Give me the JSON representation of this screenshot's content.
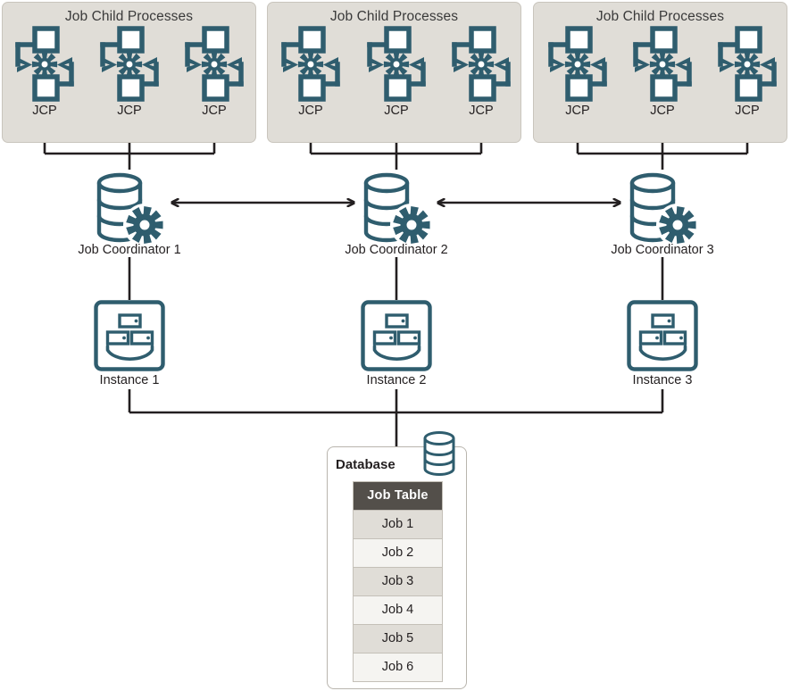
{
  "theme": {
    "teal": "#2f5d6e",
    "line": "#231f20",
    "panel_bg": "#e0ddd7",
    "panel_border": "#c9c5bd",
    "table_header_bg": "#534f4a",
    "table_row_odd": "#e0ddd7",
    "table_row_even": "#f5f4f1",
    "text": "#231f20"
  },
  "jcp_groups": [
    {
      "title": "Job Child Processes",
      "processes": [
        {
          "label": "JCP",
          "icon": "gear-cycle-icon"
        },
        {
          "label": "JCP",
          "icon": "gear-cycle-icon"
        },
        {
          "label": "JCP",
          "icon": "gear-cycle-icon"
        }
      ]
    },
    {
      "title": "Job Child Processes",
      "processes": [
        {
          "label": "JCP",
          "icon": "gear-cycle-icon"
        },
        {
          "label": "JCP",
          "icon": "gear-cycle-icon"
        },
        {
          "label": "JCP",
          "icon": "gear-cycle-icon"
        }
      ]
    },
    {
      "title": "Job Child Processes",
      "processes": [
        {
          "label": "JCP",
          "icon": "gear-cycle-icon"
        },
        {
          "label": "JCP",
          "icon": "gear-cycle-icon"
        },
        {
          "label": "JCP",
          "icon": "gear-cycle-icon"
        }
      ]
    }
  ],
  "coordinators": [
    {
      "label": "Job Coordinator 1",
      "icon": "database-gear-icon"
    },
    {
      "label": "Job Coordinator 2",
      "icon": "database-gear-icon"
    },
    {
      "label": "Job Coordinator 3",
      "icon": "database-gear-icon"
    }
  ],
  "instances": [
    {
      "label": "Instance 1",
      "icon": "instance-icon"
    },
    {
      "label": "Instance 2",
      "icon": "instance-icon"
    },
    {
      "label": "Instance 3",
      "icon": "instance-icon"
    }
  ],
  "database": {
    "title": "Database",
    "icon": "database-cylinder-icon",
    "table": {
      "header": "Job Table",
      "rows": [
        "Job 1",
        "Job 2",
        "Job 3",
        "Job 4",
        "Job 5",
        "Job 6"
      ]
    }
  },
  "connectors": {
    "coordinator_link_1_2": "bidirectional",
    "coordinator_link_2_3": "bidirectional",
    "coordinator_to_jcp": "upward",
    "coordinator_to_instance": "plain",
    "instance_bus_to_database": "plain"
  }
}
